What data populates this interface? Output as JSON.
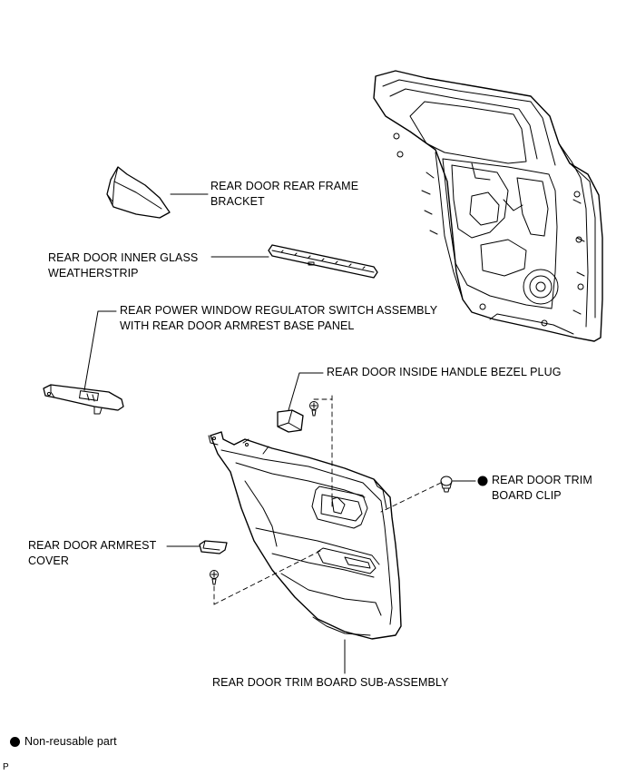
{
  "labels": {
    "frame_bracket": [
      "REAR DOOR REAR FRAME",
      "BRACKET"
    ],
    "glass_weatherstrip": [
      "REAR DOOR INNER GLASS",
      "WEATHERSTRIP"
    ],
    "window_switch": [
      "REAR POWER WINDOW REGULATOR SWITCH ASSEMBLY",
      "WITH REAR DOOR ARMREST BASE PANEL"
    ],
    "handle_bezel_plug": "REAR DOOR INSIDE HANDLE BEZEL PLUG",
    "trim_clip": [
      "REAR DOOR TRIM",
      "BOARD CLIP"
    ],
    "armrest_cover": [
      "REAR DOOR ARMREST",
      "COVER"
    ],
    "trim_board": "REAR DOOR TRIM BOARD SUB-ASSEMBLY"
  },
  "legend": {
    "text": "Non-reusable part",
    "symbol": "filled-circle"
  },
  "footer_mark": "P"
}
